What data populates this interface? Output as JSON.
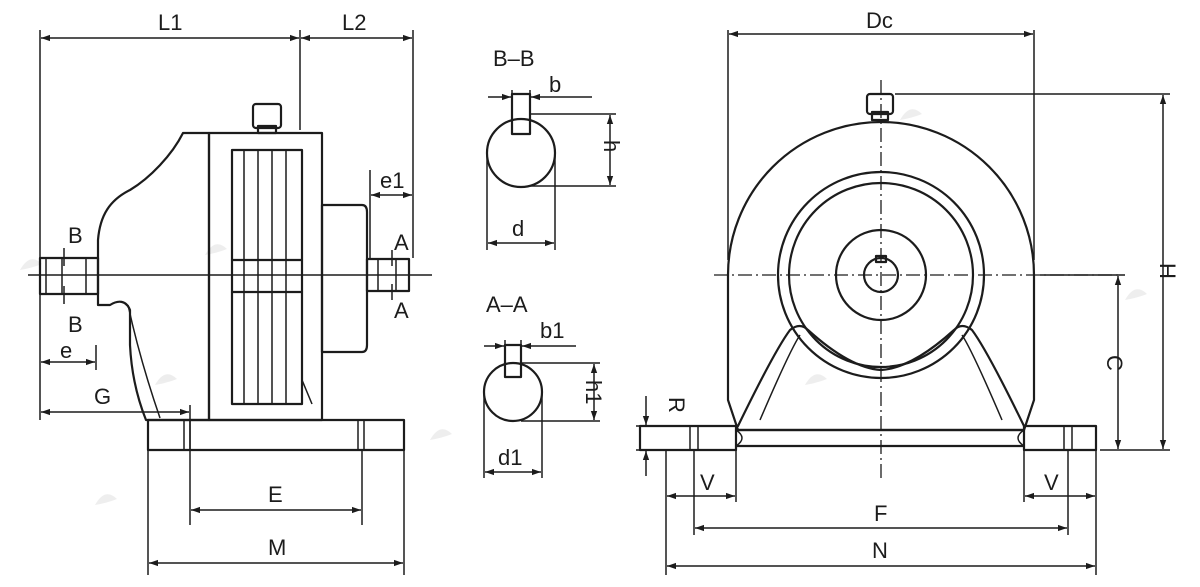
{
  "side_view": {
    "labels": {
      "L1": "L1",
      "L2": "L2",
      "e1": "e1",
      "e": "e",
      "G": "G",
      "E": "E",
      "M": "M",
      "B_top": "B",
      "B_bottom": "B",
      "A_top": "A",
      "A_bottom": "A"
    }
  },
  "section_bb": {
    "title": "B–B",
    "b": "b",
    "h": "h",
    "d": "d"
  },
  "section_aa": {
    "title": "A–A",
    "b1": "b1",
    "h1": "h1",
    "d1": "d1"
  },
  "front_view": {
    "labels": {
      "Dc": "Dc",
      "H": "H",
      "C": "C",
      "R": "R",
      "V_left": "V",
      "V_right": "V",
      "F": "F",
      "N": "N"
    }
  }
}
